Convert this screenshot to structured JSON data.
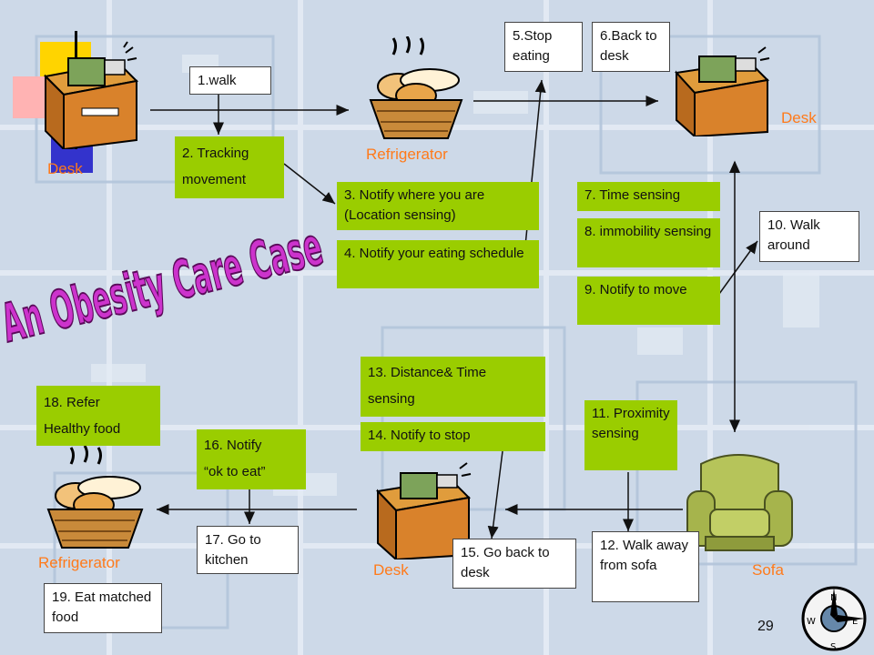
{
  "title": "An Obesity Care Case",
  "page_number": "29",
  "places": {
    "desk_top_left": "Desk",
    "refrigerator_top": "Refrigerator",
    "desk_top_right": "Desk",
    "refrigerator_bottom": "Refrigerator",
    "desk_bottom": "Desk",
    "sofa": "Sofa"
  },
  "steps": {
    "s1": "1.walk",
    "s2a": "2. Tracking",
    "s2b": "movement",
    "s3": "3. Notify where you are (Location sensing)",
    "s4": "4. Notify your eating schedule",
    "s5": "5.Stop eating",
    "s6": "6.Back to desk",
    "s7": "7. Time sensing",
    "s8": "8. immobility sensing",
    "s9": "9. Notify to move",
    "s10": "10. Walk around",
    "s11": "11. Proximity sensing",
    "s12": "12. Walk away from sofa",
    "s13a": "13. Distance& Time",
    "s13b": "sensing",
    "s14": "14. Notify to stop",
    "s15": "15. Go back to desk",
    "s16a": "16. Notify",
    "s16b": "“ok to eat”",
    "s17": "17. Go to kitchen",
    "s18a": "18. Refer",
    "s18b": "Healthy food",
    "s19": "19. Eat matched food"
  },
  "colors": {
    "step_green": "#9acd00",
    "place_label": "#ff7a1a",
    "title_fill": "#cc33cc"
  },
  "icons": [
    "desk-icon",
    "bread-basket-icon",
    "sofa-icon",
    "compass-icon"
  ]
}
